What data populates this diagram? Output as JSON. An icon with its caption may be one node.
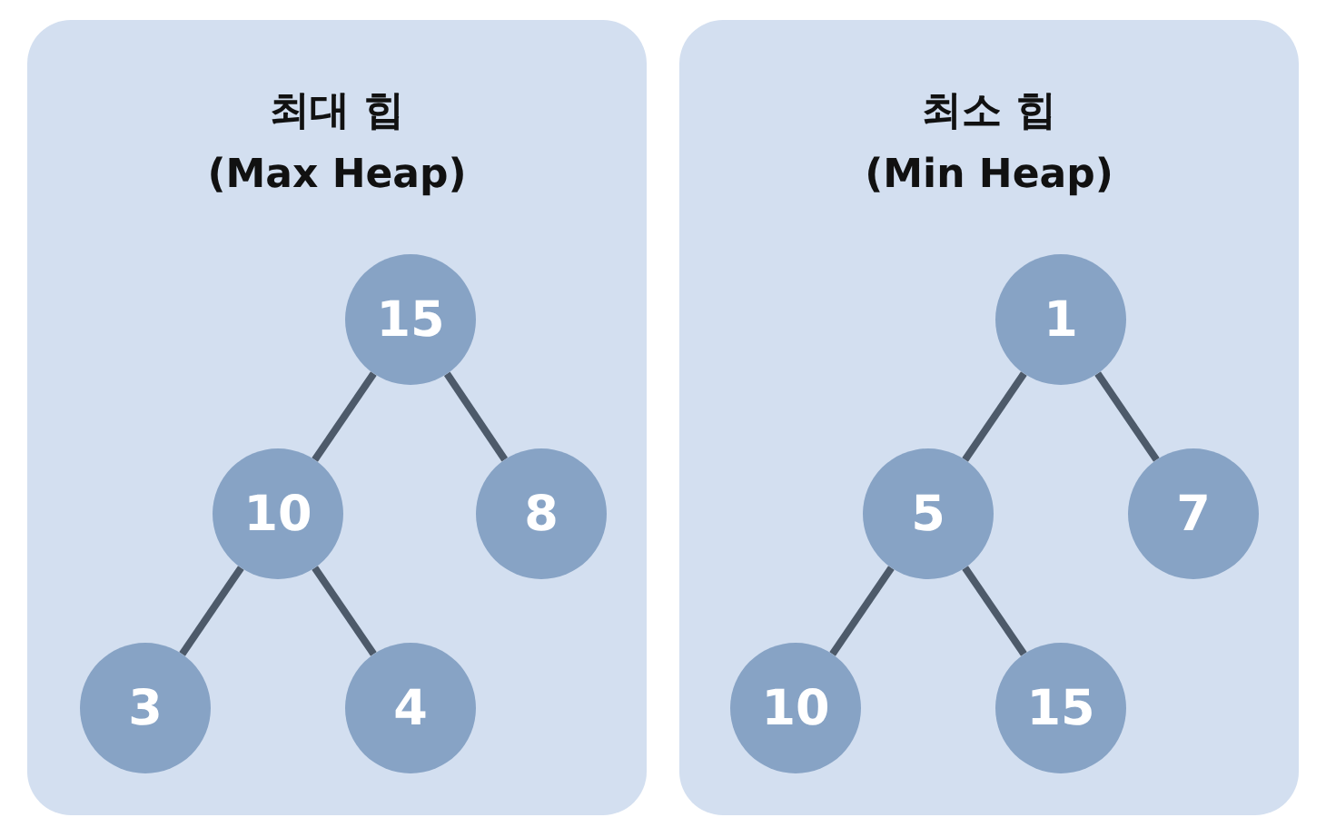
{
  "diagram": {
    "nodes": [
      {
        "text": [
          "최대 힙",
          "(Max Heap)"
        ]
      },
      {
        "text": [
          "15"
        ],
        "in": 0
      },
      {
        "text": [
          "10"
        ],
        "in": 0
      },
      {
        "text": [
          "8"
        ],
        "in": 0
      },
      {
        "text": [
          "3"
        ],
        "in": 0
      },
      {
        "text": [
          "4"
        ],
        "in": 0
      },
      {
        "text": [
          "최소 힙",
          "(Min Heap)"
        ]
      },
      {
        "text": [
          "1"
        ],
        "in": 6
      },
      {
        "text": [
          "5"
        ],
        "in": 6
      },
      {
        "text": [
          "7"
        ],
        "in": 6
      },
      {
        "text": [
          "10"
        ],
        "in": 6
      },
      {
        "text": [
          "15"
        ],
        "in": 6
      }
    ],
    "edges": [
      {
        "from": 1,
        "to": 2,
        "arrow": "none"
      },
      {
        "from": 1,
        "to": 3,
        "arrow": "none"
      },
      {
        "from": 2,
        "to": 4,
        "arrow": "none"
      },
      {
        "from": 2,
        "to": 5,
        "arrow": "none"
      },
      {
        "from": 7,
        "to": 8,
        "arrow": "none"
      },
      {
        "from": 7,
        "to": 9,
        "arrow": "none"
      },
      {
        "from": 8,
        "to": 10,
        "arrow": "none"
      },
      {
        "from": 8,
        "to": 11,
        "arrow": "none"
      }
    ]
  }
}
